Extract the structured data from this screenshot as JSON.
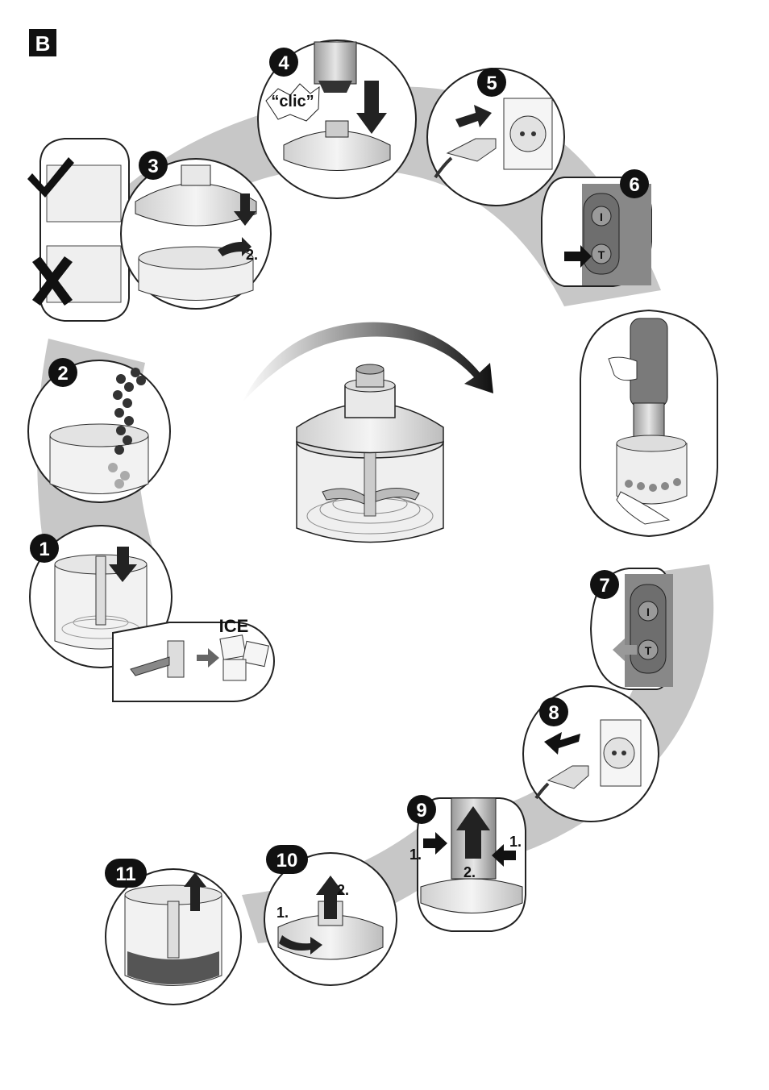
{
  "section_letter": "B",
  "steps": [
    {
      "number": "1"
    },
    {
      "number": "2"
    },
    {
      "number": "3"
    },
    {
      "number": "4"
    },
    {
      "number": "5"
    },
    {
      "number": "6"
    },
    {
      "number": "7"
    },
    {
      "number": "8"
    },
    {
      "number": "9"
    },
    {
      "number": "10"
    },
    {
      "number": "11"
    }
  ],
  "annotations": {
    "ice": "ICE",
    "clic": "“clic”",
    "step3_sub2": "2.",
    "step9_left1": "1.",
    "step9_right1": "1.",
    "step9_sub2": "2.",
    "step10_sub1": "1.",
    "step10_sub2": "2."
  },
  "switch_labels": {
    "top": "I",
    "bottom": "T"
  },
  "icons": [
    "check-icon",
    "cross-icon",
    "arrow-icon",
    "plug-icon",
    "socket-icon",
    "ice-cube-icon"
  ]
}
